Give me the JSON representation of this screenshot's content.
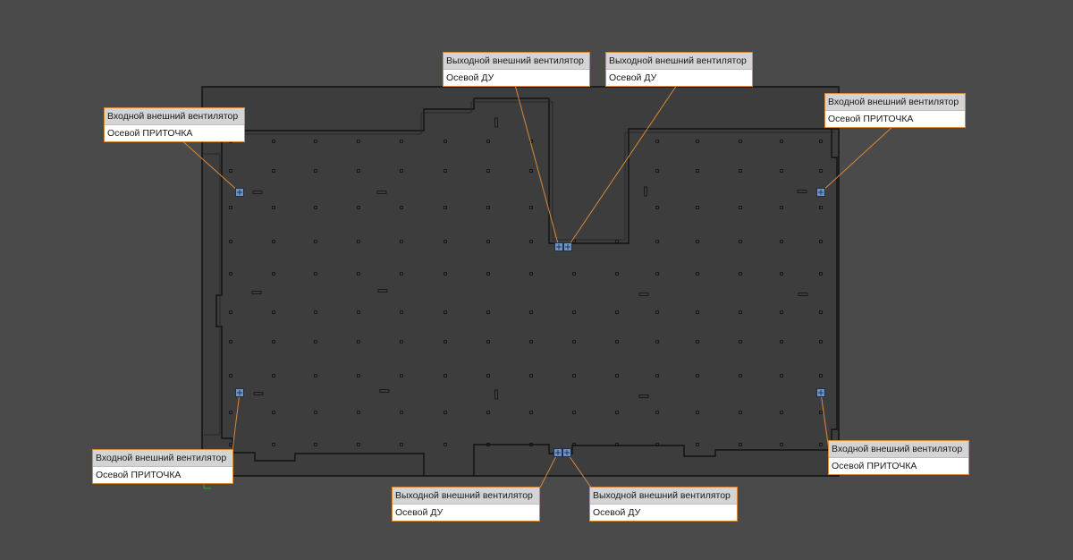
{
  "colors": {
    "background": "#4a4a4a",
    "floor": "#3d3d3d",
    "wall": "#111111",
    "leader": "#d8893a",
    "fan_fill": "#6f94c4",
    "fan_stroke": "#1c2e4a"
  },
  "fan_types": {
    "supply": {
      "title": "Входной внешний вентилятор",
      "subtitle": "Осевой ПРИТОЧКА"
    },
    "exhaust": {
      "title": "Выходной внешний вентилятор",
      "subtitle": "Осевой ДУ"
    }
  },
  "tags": [
    {
      "id": "tag-supply-top-left",
      "fan": "supply",
      "title": "Входной внешний вентилятор",
      "subtitle": "Осевой ПРИТОЧКА"
    },
    {
      "id": "tag-exhaust-top-1",
      "fan": "exhaust",
      "title": "Выходной внешний вентилятор",
      "subtitle": "Осевой ДУ"
    },
    {
      "id": "tag-exhaust-top-2",
      "fan": "exhaust",
      "title": "Выходной внешний вентилятор",
      "subtitle": "Осевой ДУ"
    },
    {
      "id": "tag-supply-top-right",
      "fan": "supply",
      "title": "Входной внешний вентилятор",
      "subtitle": "Осевой ПРИТОЧКА"
    },
    {
      "id": "tag-supply-bottom-left",
      "fan": "supply",
      "title": "Входной внешний вентилятор",
      "subtitle": "Осевой ПРИТОЧКА"
    },
    {
      "id": "tag-exhaust-bottom-1",
      "fan": "exhaust",
      "title": "Выходной внешний вентилятор",
      "subtitle": "Осевой ДУ"
    },
    {
      "id": "tag-exhaust-bottom-2",
      "fan": "exhaust",
      "title": "Выходной внешний вентилятор",
      "subtitle": "Осевой ДУ"
    },
    {
      "id": "tag-supply-bottom-right",
      "fan": "supply",
      "title": "Входной внешний вентилятор",
      "subtitle": "Осевой ПРИТОЧКА"
    }
  ]
}
